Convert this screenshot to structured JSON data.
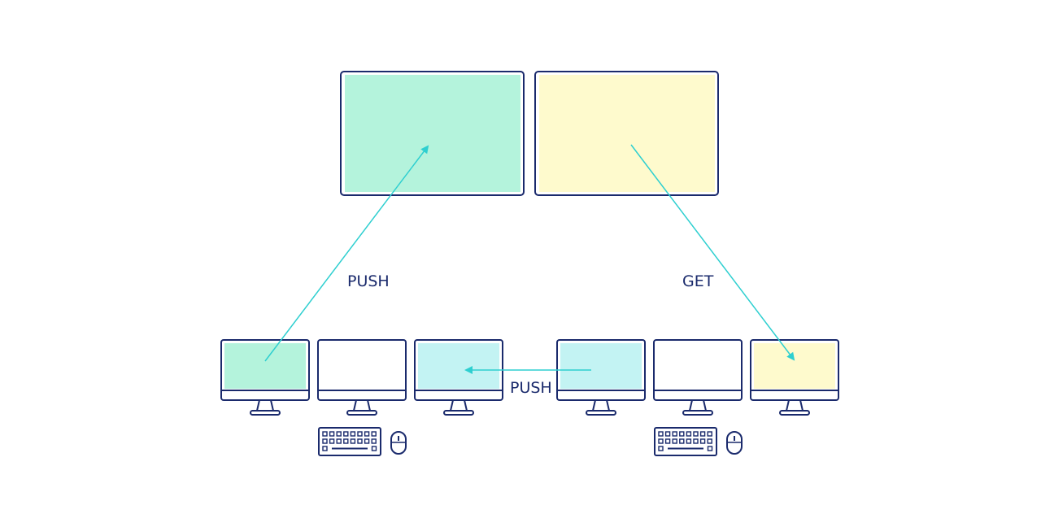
{
  "colors": {
    "outline": "#1a2a6c",
    "arrow": "#2ecfd0",
    "green": "#b4f3dc",
    "yellow": "#fefacd",
    "cyan": "#c3f3f3",
    "white": "#ffffff"
  },
  "labels": {
    "push_left": "PUSH",
    "get_right": "GET",
    "push_middle": "PUSH"
  },
  "large_screens": [
    {
      "name": "large-screen-left",
      "fill": "green"
    },
    {
      "name": "large-screen-right",
      "fill": "yellow"
    }
  ],
  "monitors": [
    {
      "name": "monitor-1",
      "fill": "green"
    },
    {
      "name": "monitor-2",
      "fill": "white"
    },
    {
      "name": "monitor-3",
      "fill": "cyan"
    },
    {
      "name": "monitor-4",
      "fill": "cyan"
    },
    {
      "name": "monitor-5",
      "fill": "white"
    },
    {
      "name": "monitor-6",
      "fill": "yellow"
    }
  ],
  "peripherals": [
    {
      "keyboard": "keyboard-icon",
      "mouse": "mouse-icon"
    },
    {
      "keyboard": "keyboard-icon",
      "mouse": "mouse-icon"
    }
  ]
}
